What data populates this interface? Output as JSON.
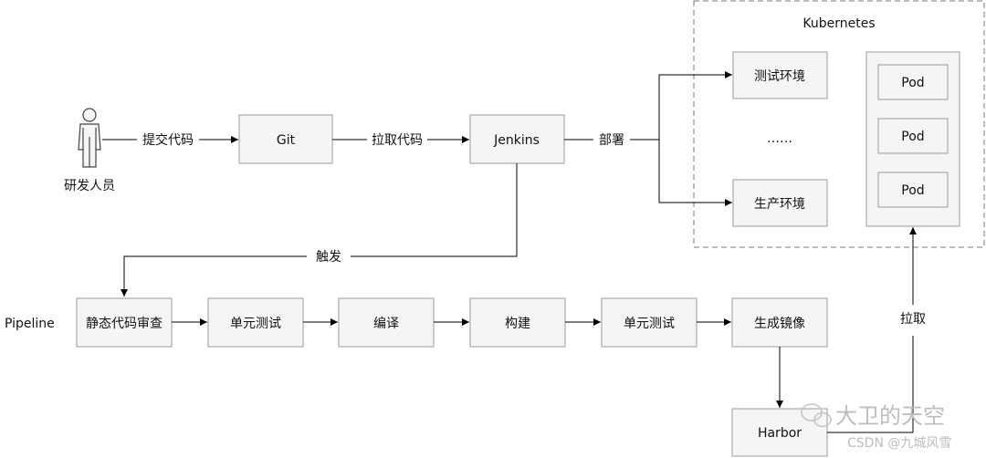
{
  "diagram": {
    "title": "Kubernetes",
    "actor_label": "研发人员",
    "pipeline_label": "Pipeline",
    "nodes": {
      "git": "Git",
      "jenkins": "Jenkins",
      "test_env": "测试环境",
      "ellipsis": "……",
      "prod_env": "生产环境",
      "pod1": "Pod",
      "pod2": "Pod",
      "pod3": "Pod",
      "static_review": "静态代码审查",
      "unit_test_1": "单元测试",
      "compile": "编译",
      "build": "构建",
      "unit_test_2": "单元测试",
      "image": "生成镜像",
      "harbor": "Harbor"
    },
    "edges": {
      "submit_code": "提交代码",
      "pull_code": "拉取代码",
      "deploy": "部署",
      "trigger": "触发",
      "pull": "拉取"
    }
  },
  "watermark": {
    "account": "大卫的天空",
    "credit": "CSDN @九城风雪"
  }
}
